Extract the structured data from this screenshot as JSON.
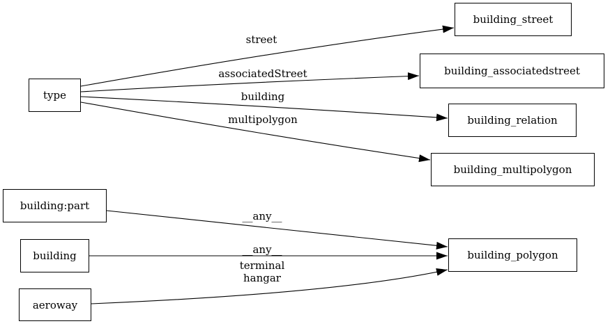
{
  "diagram": {
    "background_color": "#ffffff",
    "line_color": "#000000",
    "nodes": [
      {
        "id": "type",
        "label": "type"
      },
      {
        "id": "building_street",
        "label": "building_street"
      },
      {
        "id": "building_associatedstreet",
        "label": "building_associatedstreet"
      },
      {
        "id": "building_relation",
        "label": "building_relation"
      },
      {
        "id": "building_multipolygon",
        "label": "building_multipolygon"
      },
      {
        "id": "building_part",
        "label": "building:part"
      },
      {
        "id": "building",
        "label": "building"
      },
      {
        "id": "aeroway",
        "label": "aeroway"
      },
      {
        "id": "building_polygon",
        "label": "building_polygon"
      }
    ],
    "edges": [
      {
        "from": "type",
        "to": "building_street",
        "label": "street"
      },
      {
        "from": "type",
        "to": "building_associatedstreet",
        "label": "associatedStreet"
      },
      {
        "from": "type",
        "to": "building_relation",
        "label": "building"
      },
      {
        "from": "type",
        "to": "building_multipolygon",
        "label": "multipolygon"
      },
      {
        "from": "building:part",
        "to": "building_polygon",
        "label": "__any__"
      },
      {
        "from": "building",
        "to": "building_polygon",
        "label": "__any__"
      },
      {
        "from": "aeroway",
        "to": "building_polygon",
        "label": "terminal\nhangar"
      }
    ]
  }
}
